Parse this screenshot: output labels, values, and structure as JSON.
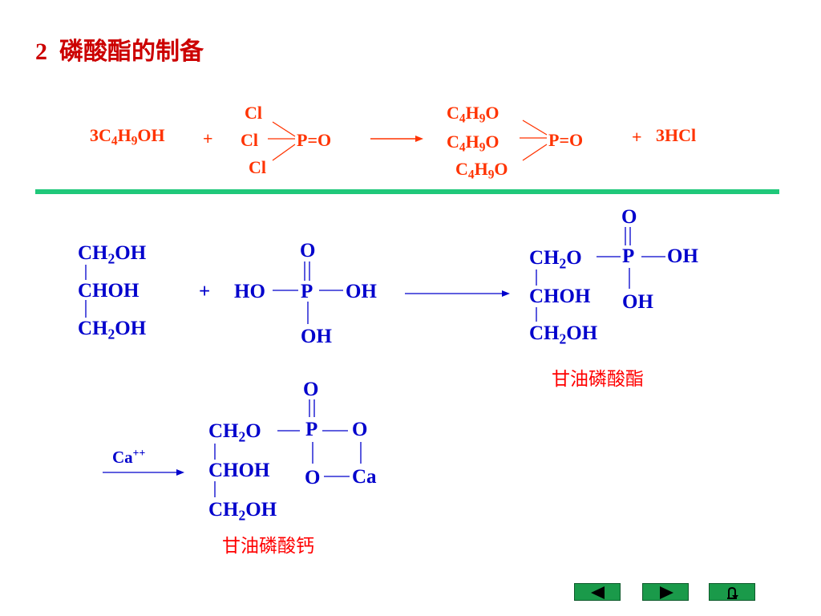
{
  "title": {
    "number": "2",
    "text": "磷酸酯的制备"
  },
  "reaction1": {
    "reactant": {
      "p1": "3C",
      "s1": "4",
      "p2": "H",
      "s2": "9",
      "p3": "OH"
    },
    "plus1": "+",
    "pocl3": {
      "cl_top": "Cl",
      "cl_mid": "Cl",
      "cl_bot": "Cl",
      "p": "P=O"
    },
    "product": {
      "c": "C",
      "s1": "4",
      "h": "H",
      "s2": "9",
      "o": "O",
      "p": "P=O"
    },
    "plus2": "+",
    "byproduct": "3HCl"
  },
  "reaction2": {
    "glycerol": {
      "ch2": "CH",
      "sub": "2",
      "oh": "OH",
      "chohl": "CHOH"
    },
    "plus": "+",
    "acid": {
      "o": "O",
      "ho": "HO",
      "p": "P",
      "oh": "OH"
    },
    "product": {
      "o": "O",
      "ch2o_main": "CH",
      "ch2o_sub": "2",
      "ch2o_tail": "O",
      "p": "P",
      "oh": "OH",
      "chohl": "CHOH"
    },
    "product_name": "甘油磷酸酯"
  },
  "reaction3": {
    "reagent": "Ca",
    "reagent_sup": "++",
    "product": {
      "o": "O",
      "p": "P",
      "ca": "Ca",
      "chohl": "CHOH"
    },
    "product_name": "甘油磷酸钙"
  },
  "colors": {
    "title": "#cc0000",
    "reaction1": "#ff3300",
    "chem": "#0000cc",
    "name": "#ff0000",
    "bar": "#1fc87a",
    "nav": "#1a9a4a"
  },
  "nav": {
    "prev": "left-triangle-icon",
    "next": "right-triangle-icon",
    "return": "return-arrow-icon"
  }
}
